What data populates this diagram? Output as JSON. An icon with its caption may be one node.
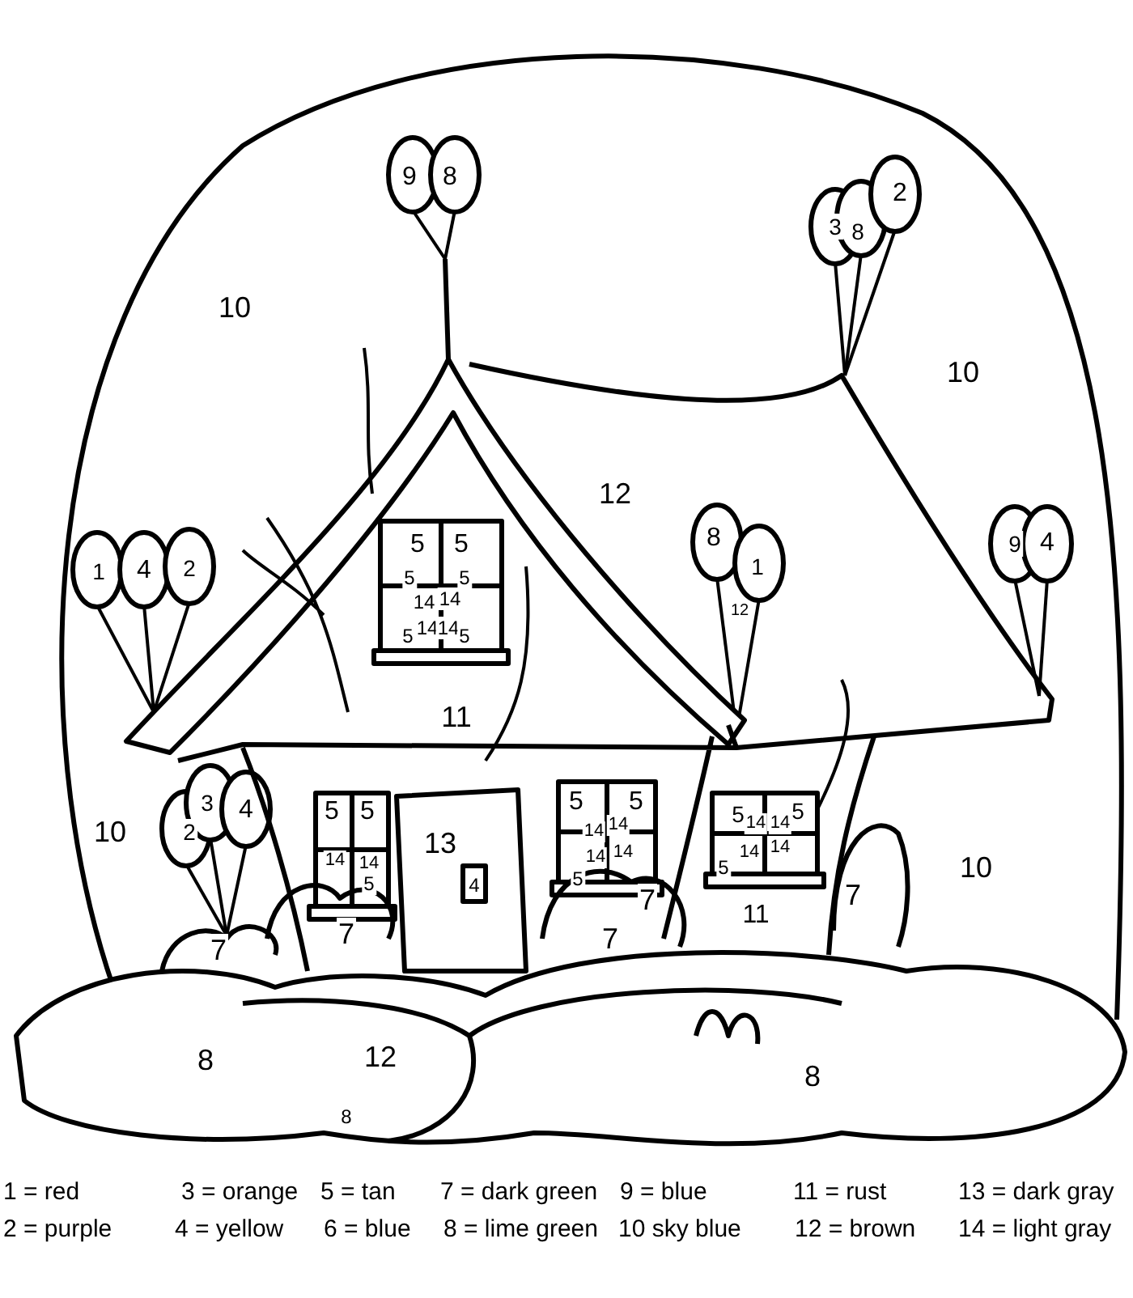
{
  "diagram": {
    "labels": [
      "9",
      "8",
      "2",
      "3",
      "8",
      "10",
      "10",
      "12",
      "5",
      "5",
      "8",
      "1",
      "9",
      "4",
      "1",
      "4",
      "2",
      "5",
      "5",
      "14",
      "14",
      "12",
      "14",
      "14",
      "5",
      "5",
      "11",
      "3",
      "4",
      "5",
      "5",
      "5",
      "5",
      "5",
      "5",
      "14",
      "14",
      "2",
      "10",
      "13",
      "14",
      "14",
      "14",
      "14",
      "14",
      "14",
      "14",
      "14",
      "10",
      "5",
      "4",
      "5",
      "5",
      "7",
      "7",
      "7",
      "7",
      "7",
      "11",
      "8",
      "12",
      "8",
      "8",
      "1 = red",
      "3 = orange",
      "5 = tan",
      "7 = dark green",
      "9 = blue",
      "11 = rust",
      "13 = dark gray",
      "2 = purple",
      "4 = yellow",
      "6 = blue",
      "8 = lime green",
      "10 sky blue",
      "12 = brown",
      "14 = light gray"
    ]
  }
}
